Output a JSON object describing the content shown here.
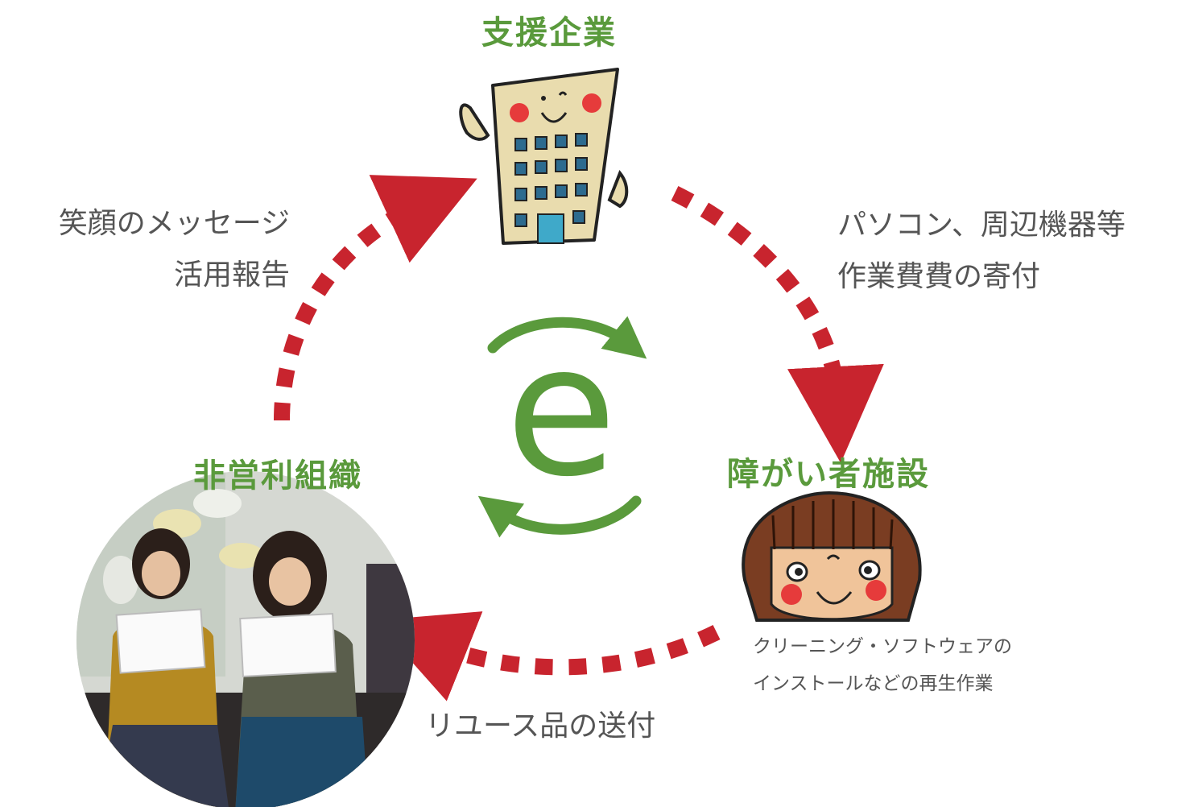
{
  "nodes": {
    "company": {
      "title": "支援企業"
    },
    "facility": {
      "title": "障がい者施設",
      "desc": [
        "クリーニング・ソフトウェアの",
        "インストールなどの再生作業"
      ]
    },
    "npo": {
      "title": "非営利組織"
    }
  },
  "flows": {
    "npo_to_company": [
      "笑顔のメッセージ",
      "活用報告"
    ],
    "company_to_facility": [
      "パソコン、周辺機器等",
      "作業費費の寄付"
    ],
    "facility_to_npo": [
      "リユース品の送付"
    ]
  },
  "center": {
    "letter": "e"
  },
  "colors": {
    "arrow_red": "#c8242e",
    "brand_green": "#5a9a3c",
    "text_gray": "#555555"
  }
}
